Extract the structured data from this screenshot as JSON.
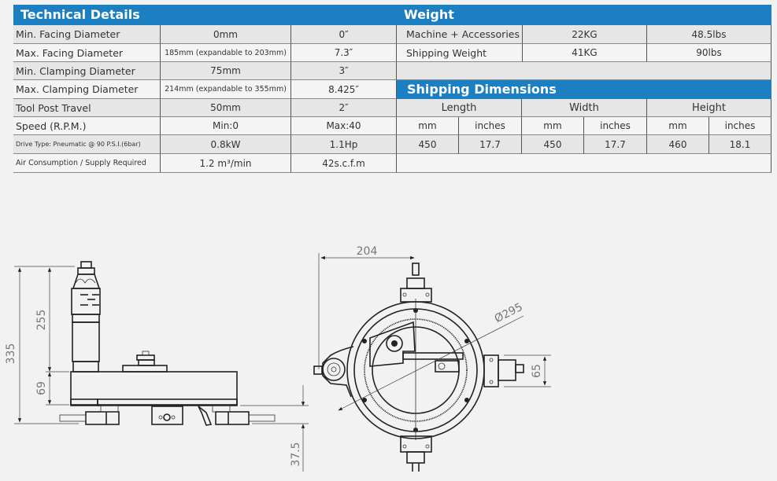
{
  "technical_details": {
    "title": "Technical Details",
    "rows": [
      {
        "label": "Min. Facing Diameter",
        "metric": "0mm",
        "imperial": "0″"
      },
      {
        "label": "Max. Facing Diameter",
        "metric": "185mm (expandable to 203mm)",
        "imperial": "7.3″"
      },
      {
        "label": "Min. Clamping Diameter",
        "metric": "75mm",
        "imperial": "3″"
      },
      {
        "label": "Max. Clamping Diameter",
        "metric": "214mm (expandable to 355mm)",
        "imperial": "8.425″"
      },
      {
        "label": "Tool Post Travel",
        "metric": "50mm",
        "imperial": "2″"
      },
      {
        "label": "Speed (R.P.M.)",
        "metric": "Min:0",
        "imperial": "Max:40"
      },
      {
        "label": "Drive Type: Pneumatic @ 90 P.S.I.(6bar)",
        "metric": "0.8kW",
        "imperial": "1.1Hp"
      },
      {
        "label": "Air Consumption / Supply Required",
        "metric": "1.2 m³/min",
        "imperial": "42s.c.f.m"
      }
    ]
  },
  "weight": {
    "title": "Weight",
    "rows": [
      {
        "label": "Machine + Accessories",
        "metric": "22KG",
        "imperial": "48.5lbs"
      },
      {
        "label": "Shipping Weight",
        "metric": "41KG",
        "imperial": "90lbs"
      }
    ]
  },
  "shipping_dimensions": {
    "title": "Shipping Dimensions",
    "groups": [
      "Length",
      "Width",
      "Height"
    ],
    "units": [
      "mm",
      "inches",
      "mm",
      "inches",
      "mm",
      "inches"
    ],
    "values": [
      "450",
      "17.7",
      "450",
      "17.7",
      "460",
      "18.1"
    ]
  },
  "drawing_side": {
    "dims": {
      "overall_height": "335",
      "motor_height": "255",
      "body_height": "69",
      "base_offset": "37.5"
    }
  },
  "drawing_top": {
    "dims": {
      "width": "204",
      "diameter": "Ø295",
      "bracket": "65"
    }
  }
}
